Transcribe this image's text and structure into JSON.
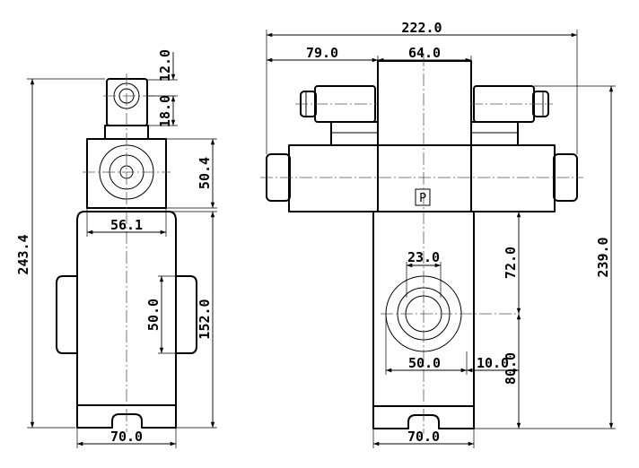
{
  "dimensions": {
    "left_view": {
      "total_height": "243.4",
      "port_top": "12.0",
      "port_height": "18.0",
      "head_height": "50.4",
      "head_width": "56.1",
      "inner_height": "50.0",
      "body_height": "152.0",
      "base_width": "70.0"
    },
    "right_view": {
      "overall_width": "222.0",
      "solenoid_width": "79.0",
      "center_width": "64.0",
      "total_height": "239.0",
      "upper_body_height": "72.0",
      "port_diameter": "23.0",
      "port_offset_x": "50.0",
      "port_radius_offset": "10.0",
      "port_height": "80.0",
      "base_width": "70.0"
    }
  },
  "labels": {
    "port_mark": "P"
  }
}
